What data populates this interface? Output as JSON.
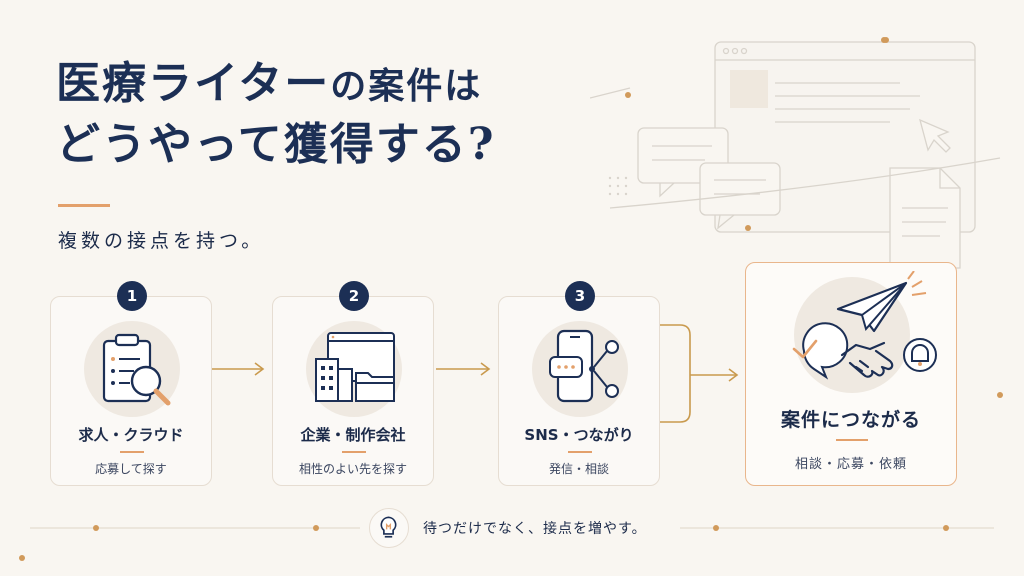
{
  "title": {
    "line1_main": "医療ライター",
    "line1_rest": "の案件は",
    "line2": "どうやって獲得する?"
  },
  "subtitle": "複数の接点を持つ。",
  "steps": [
    {
      "number": "1",
      "label": "求人・クラウド",
      "sub": "応募して探す",
      "icon": "clipboard-search-icon"
    },
    {
      "number": "2",
      "label": "企業・制作会社",
      "sub": "相性のよい先を探す",
      "icon": "buildings-folder-icon"
    },
    {
      "number": "3",
      "label": "SNS・つながり",
      "sub": "発信・相談",
      "icon": "smartphone-network-icon"
    }
  ],
  "result": {
    "label": "案件につながる",
    "sub": "相談・応募・依頼",
    "icons": [
      "paper-plane-icon",
      "check-bubble-icon",
      "handshake-icon",
      "bell-icon"
    ]
  },
  "tip": {
    "text": "待つだけでなく、接点を増やす。",
    "icon": "lightbulb-icon"
  },
  "colors": {
    "navy": "#1c2f55",
    "accent": "#e3a06b",
    "connector": "#c99a4e",
    "background": "#f9f6f1"
  }
}
